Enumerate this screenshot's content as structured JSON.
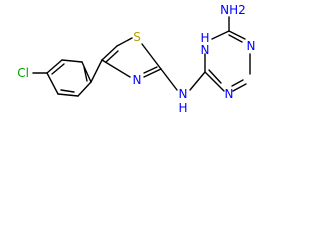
{
  "molecule": {
    "colors": {
      "carbon": "#000000",
      "nitrogen": "#0000ff",
      "sulfur": "#b8a000",
      "chlorine": "#00a000",
      "background": "#ffffff"
    },
    "atom_labels": {
      "cl": "Cl",
      "s": "S",
      "n_thiazole": "N",
      "nh_linker_n": "N",
      "nh_linker_h": "H",
      "nh_ring_n": "N",
      "nh_ring_h": "H",
      "nh2_amine": "NH2",
      "n_ring_right": "N",
      "n_ring_bottom": "N"
    }
  }
}
